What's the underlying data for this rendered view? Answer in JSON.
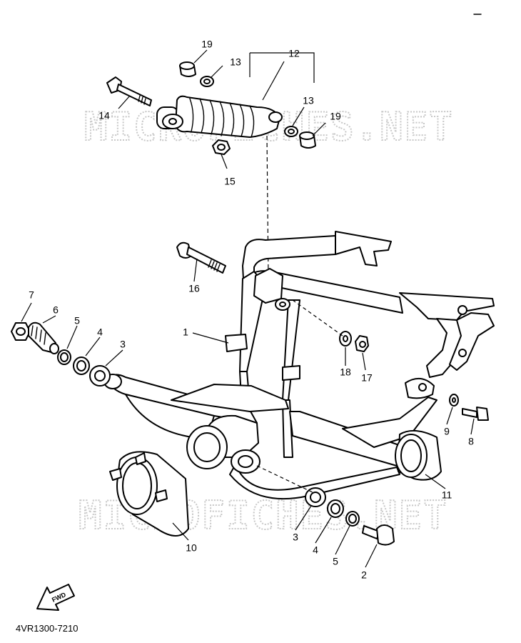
{
  "watermark": "MICROFICHES.NET",
  "diagram_code": "4VR1300-7210",
  "fwd_label": "FWD",
  "callouts": {
    "c1": "1",
    "c2": "2",
    "c3a": "3",
    "c3b": "3",
    "c4a": "4",
    "c4b": "4",
    "c5a": "5",
    "c5b": "5",
    "c6": "6",
    "c7": "7",
    "c8": "8",
    "c9": "9",
    "c10": "10",
    "c11": "11",
    "c12": "12",
    "c13a": "13",
    "c13b": "13",
    "c14": "14",
    "c15": "15",
    "c16": "16",
    "c17": "17",
    "c18": "18",
    "c19a": "19",
    "c19b": "19"
  }
}
